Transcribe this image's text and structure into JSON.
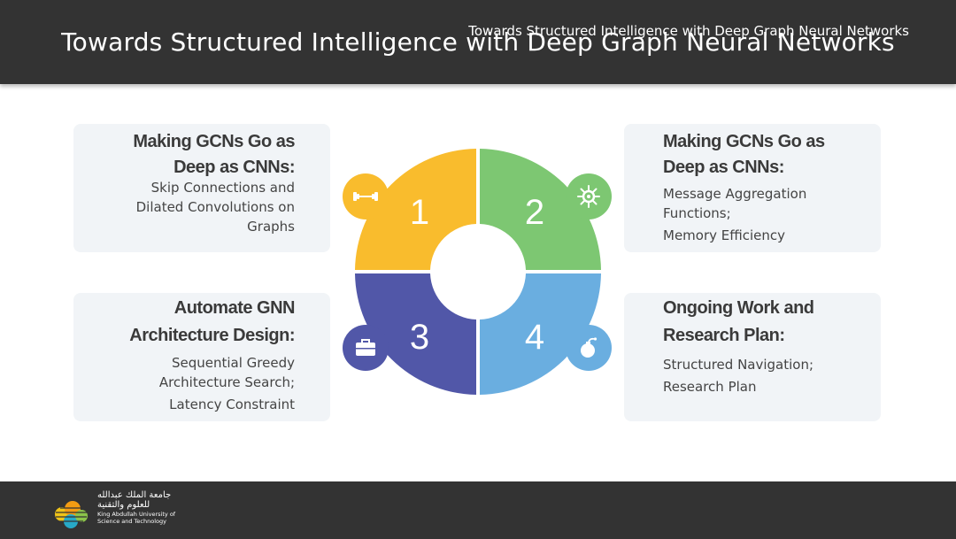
{
  "header": {
    "title": "Towards Structured Intelligence with Deep Graph Neural Networks"
  },
  "footer": {
    "title": "Towards Structured Intelligence with Deep Graph Neural Networks",
    "logo_arabic": "جامعة الملك عبدالله للعلوم والتقنية",
    "logo_english": "King Abdullah University of Science and Technology"
  },
  "segments": [
    {
      "number": "1",
      "color": "#f9bc2d",
      "icon": "dumbbell-icon",
      "heading": [
        "Making GCNs Go as",
        "Deep as CNNs:"
      ],
      "body": [
        "Skip Connections and",
        "Dilated Convolutions on",
        "Graphs"
      ]
    },
    {
      "number": "2",
      "color": "#7dc772",
      "icon": "virus-icon",
      "heading": [
        "Making GCNs Go as",
        "Deep as CNNs:"
      ],
      "body": [
        "Message Aggregation",
        "Functions;",
        "Memory Efficiency"
      ]
    },
    {
      "number": "3",
      "color": "#5157a8",
      "icon": "briefcase-icon",
      "heading": [
        "Automate GNN",
        "Architecture Design:"
      ],
      "body": [
        "Sequential Greedy",
        "Architecture Search;",
        "Latency Constraint"
      ]
    },
    {
      "number": "4",
      "color": "#6aaee0",
      "icon": "bomb-icon",
      "heading": [
        "Ongoing Work and",
        "Research Plan:"
      ],
      "body": [
        "Structured Navigation;",
        "Research Plan"
      ]
    }
  ]
}
